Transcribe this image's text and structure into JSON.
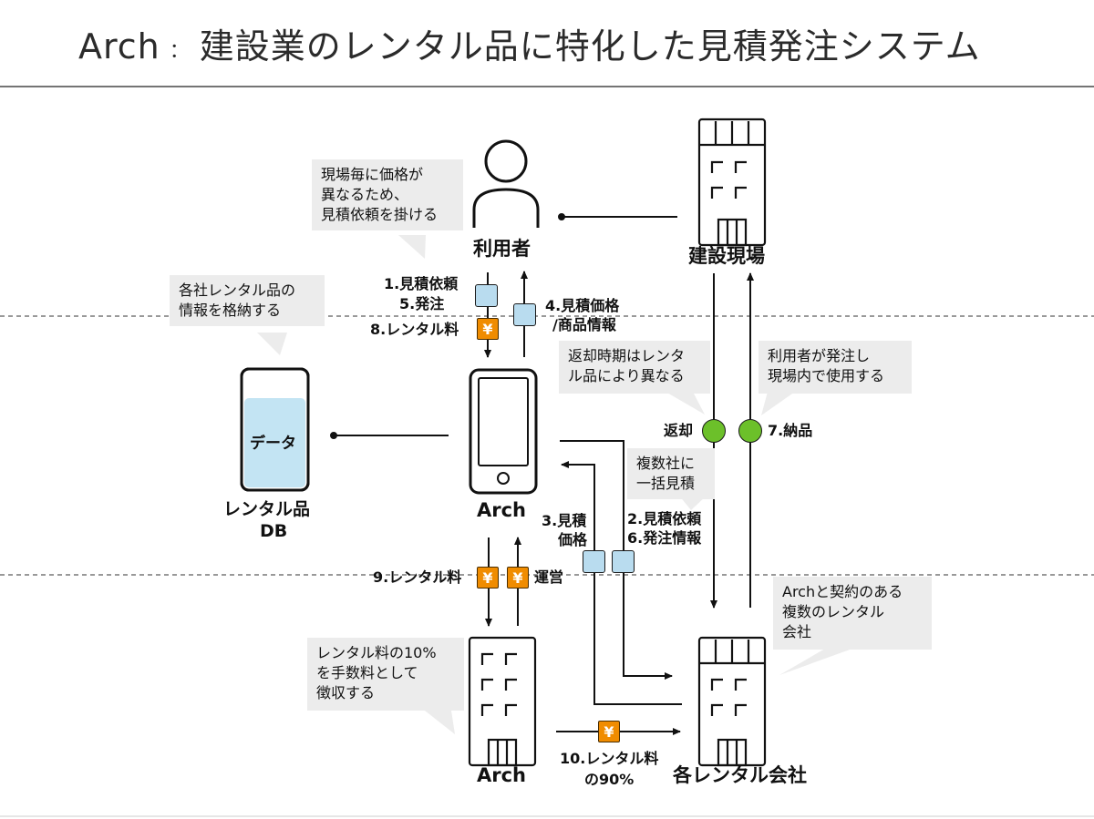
{
  "title": {
    "main": "Arch",
    "separator": "：",
    "sub": "建設業のレンタル品に特化した見積発注システム"
  },
  "nodes": {
    "user": "利用者",
    "site": "建設現場",
    "db_line1": "レンタル品",
    "db_line2": "DB",
    "db_content": "データ",
    "app": "Arch",
    "arch_company": "Arch",
    "rental_companies": "各レンタル会社"
  },
  "notes": {
    "user_note": [
      "現場毎に価格が",
      "異なるため、",
      "見積依頼を掛ける"
    ],
    "db_note": [
      "各社レンタル品の",
      "情報を格納する"
    ],
    "return_note": [
      "返却時期はレンタ",
      "ル品により異なる"
    ],
    "delivery_note": [
      "利用者が発注し",
      "現場内で使用する"
    ],
    "bulk_note": [
      "複数社に",
      "一括見積"
    ],
    "contract_note": [
      "Archと契約のある",
      "複数のレンタル",
      "会社"
    ],
    "fee_note": [
      "レンタル料の10%",
      "を手数料として",
      "徴収する"
    ]
  },
  "flows": {
    "request": "1.見積依頼",
    "order": "5.発注",
    "rental_fee": "8.レンタル料",
    "quote_line1": "4.見積価格",
    "quote_line2": "/商品情報",
    "return": "返却",
    "delivery": "7.納品",
    "quote3_line1": "3.見積",
    "quote3_line2": "価格",
    "req2_line1": "2.見積依頼",
    "req2_line2": "6.発注情報",
    "fee9": "9.レンタル料",
    "operation": "運営",
    "fee10_line1": "10.レンタル料",
    "fee10_line2": "の90%"
  },
  "icons": {
    "yen": "¥"
  },
  "colors": {
    "money": "#f08c00",
    "document": "#b9dcef",
    "status": "#6cc02a",
    "db_fill": "#c3e4f3"
  }
}
